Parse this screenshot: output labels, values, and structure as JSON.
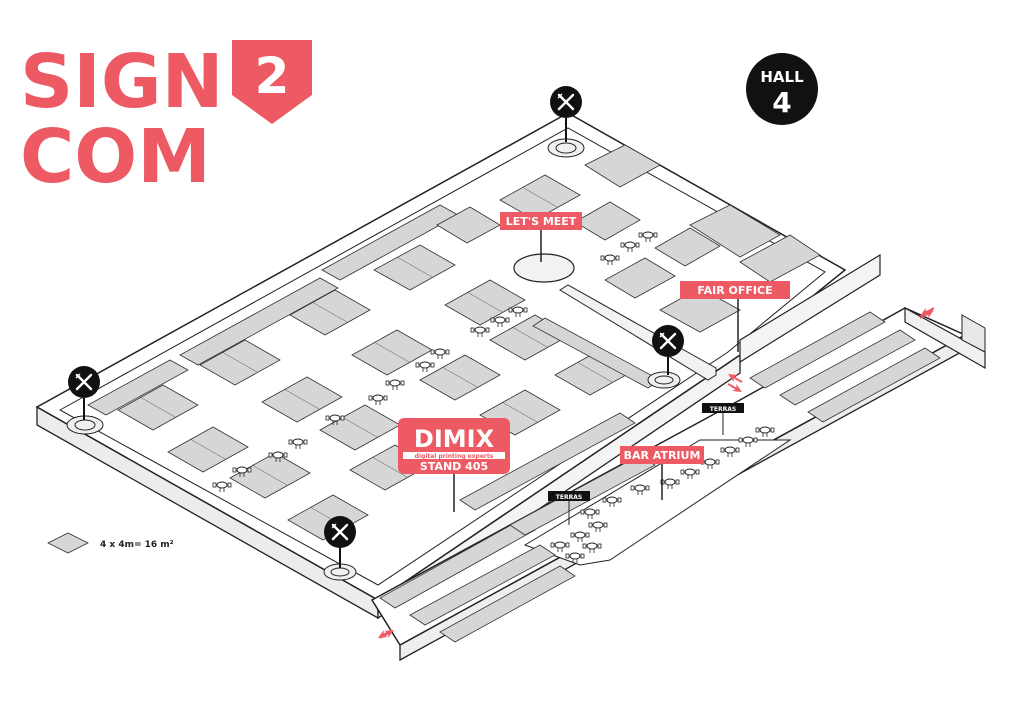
{
  "logo": {
    "line1": "SIGN",
    "badge_number": "2",
    "line2": "COM"
  },
  "hall": {
    "label": "HALL",
    "number": "4"
  },
  "labels": {
    "lets_meet": "LET'S MEET",
    "fair_office": "FAIR OFFICE",
    "bar_atrium": "BAR ATRIUM",
    "terras_upper": "TERRAS",
    "terras_lower": "TERRAS"
  },
  "exhibitor": {
    "name": "DIMIX",
    "tagline": "digital printing experts",
    "stand": "STAND 405"
  },
  "legend": {
    "text": "4 x 4m= 16 m²"
  },
  "icons": {
    "restaurant": "fork-knife-icon",
    "entrance": "double-arrow-icon",
    "seating": "table-chairs-icon"
  },
  "colors": {
    "brand": "#ee5a64",
    "black": "#111111",
    "booth": "#d6d6d6",
    "floor": "#ffffff"
  }
}
